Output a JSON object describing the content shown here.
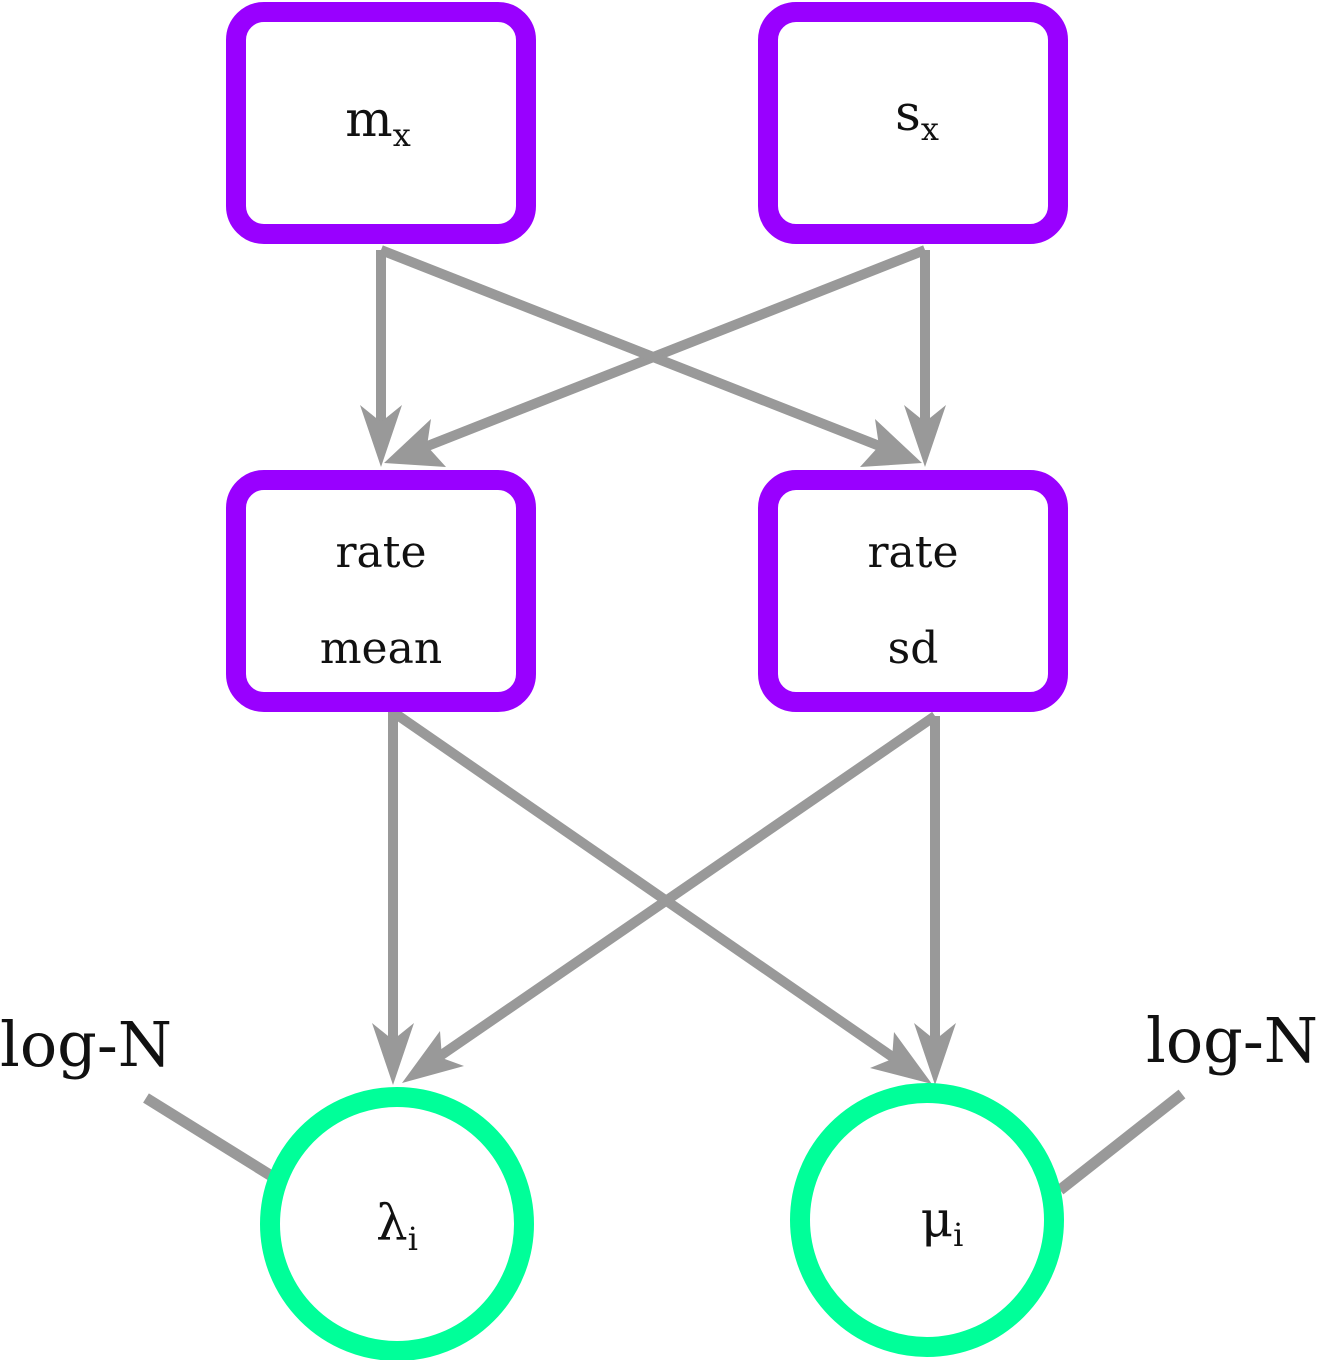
{
  "nodes": {
    "mx": {
      "main": "m",
      "sub": "x"
    },
    "sx": {
      "main": "s",
      "sub": "x"
    },
    "rate_mean": {
      "line1": "rate",
      "line2": "mean"
    },
    "rate_sd": {
      "line1": "rate",
      "line2": "sd"
    },
    "lambda": {
      "main": "λ",
      "sub": "i"
    },
    "mu": {
      "main": "μ",
      "sub": "i"
    }
  },
  "priors": {
    "left": "log-N",
    "right": "log-N"
  },
  "colors": {
    "deterministic_border": "#9900ff",
    "stochastic_border": "#00ff99",
    "edge": "#999999"
  }
}
